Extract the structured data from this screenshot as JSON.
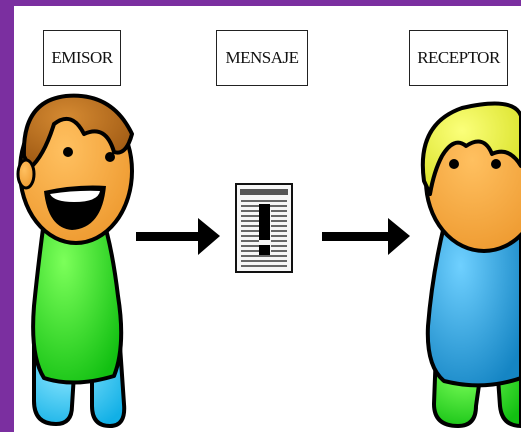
{
  "labels": {
    "sender": "EMISOR",
    "message": "MENSAJE",
    "receiver": "RECEPTOR"
  },
  "colors": {
    "background_frame": "#7b2fa0",
    "skin": "#f4a640",
    "sender_hair": "#b26a1a",
    "sender_shirt": "#22dd22",
    "sender_pants": "#22c4f0",
    "receiver_hair": "#e6ee3a",
    "receiver_shirt": "#1e9fd8",
    "receiver_pants": "#22dd22",
    "arrow": "#000000"
  },
  "icons": {
    "message": "document-exclamation-icon",
    "arrow": "arrow-right-icon"
  }
}
